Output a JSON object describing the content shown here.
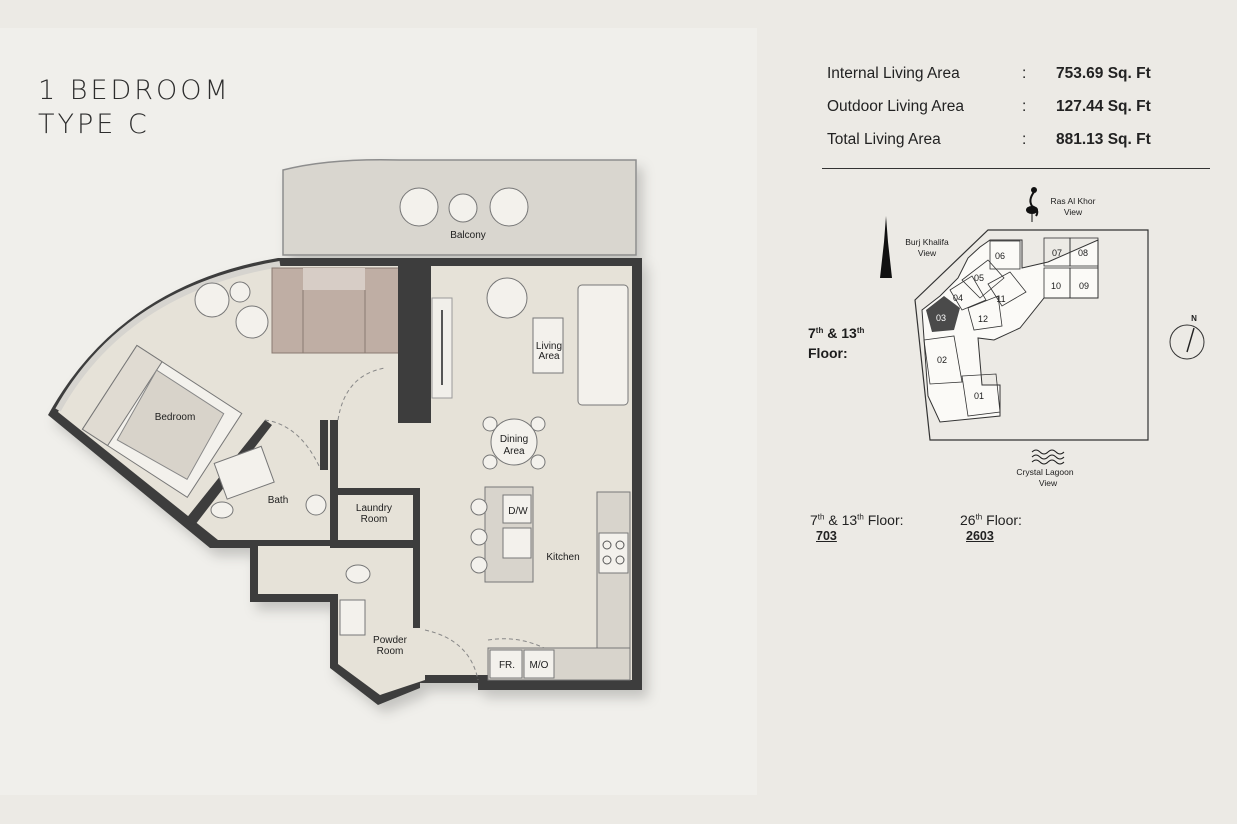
{
  "title": {
    "line1": "1 BEDROOM",
    "line2": "TYPE C"
  },
  "rooms": {
    "balcony": "Balcony",
    "bedroom": "Bedroom",
    "bath": "Bath",
    "living_line1": "Living",
    "living_line2": "Area",
    "dining_line1": "Dining",
    "dining_line2": "Area",
    "dw": "D/W",
    "laundry_line1": "Laundry",
    "laundry_line2": "Room",
    "kitchen": "Kitchen",
    "powder_line1": "Powder",
    "powder_line2": "Room",
    "fridge": "FR.",
    "microwave": "M/O"
  },
  "areas": [
    {
      "label": "Internal Living Area",
      "colon": ":",
      "value": "753.69 Sq. Ft"
    },
    {
      "label": "Outdoor Living Area",
      "colon": ":",
      "value": "127.44 Sq. Ft"
    },
    {
      "label": "Total Living Area",
      "colon": ":",
      "value": "881.13 Sq. Ft"
    }
  ],
  "keyplan": {
    "floor_heading_num1": "7",
    "floor_heading_sup1": "th",
    "floor_heading_amp": " & 13",
    "floor_heading_sup2": "th",
    "floor_heading_word": "Floor:",
    "views": {
      "ras_al_khor_1": "Ras Al Khor",
      "ras_al_khor_2": "View",
      "burj_khalifa_1": "Burj Khalifa",
      "burj_khalifa_2": "View",
      "crystal_lagoon_1": "Crystal Lagoon",
      "crystal_lagoon_2": "View"
    },
    "compass": "N",
    "units": [
      "01",
      "02",
      "03",
      "04",
      "05",
      "06",
      "07",
      "08",
      "09",
      "10",
      "11",
      "12"
    ],
    "highlight_unit": "03",
    "highlight_color": "#4a4a4a"
  },
  "floors": [
    {
      "num": "7",
      "sup1": "th",
      "mid": " & 13",
      "sup2": "th",
      "tail": " Floor:",
      "unit": "703"
    },
    {
      "num": "26",
      "sup1": "th",
      "mid": "",
      "sup2": "",
      "tail": " Floor:",
      "unit": "2603"
    }
  ],
  "colors": {
    "wall": "#3d3d3d",
    "floor": "#e7e3da",
    "wood": "#bfada3",
    "background": "#eceae5"
  }
}
